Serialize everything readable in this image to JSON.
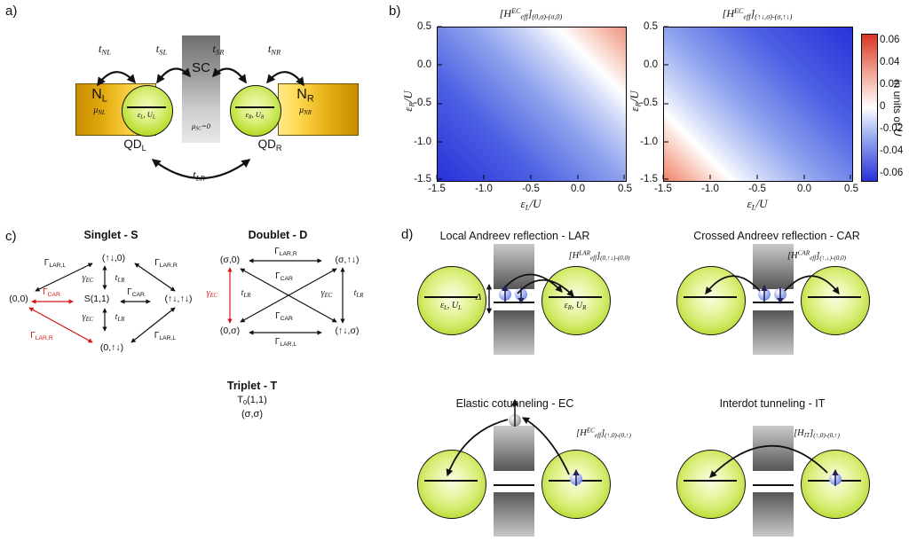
{
  "panels": {
    "a": {
      "tag": "a)",
      "lead_left": {
        "name": "N_{L}",
        "mu": "μ_{NL}"
      },
      "lead_right": {
        "name": "N_{R}",
        "mu": "μ_{NR}"
      },
      "sc": {
        "name": "SC",
        "mu": "μ_{SC}=0"
      },
      "qd_left": {
        "level": "ε_{L}, U_{L}",
        "caption": "QD_{L}"
      },
      "qd_right": {
        "level": "ε_{R}, U_{R}",
        "caption": "QD_{R}"
      },
      "couplings": {
        "t_nl": "t_{NL}",
        "t_sl": "t_{SL}",
        "t_sr": "t_{SR}",
        "t_nr": "t_{NR}",
        "t_lr": "t_{LR}"
      }
    },
    "b": {
      "tag": "b)"
    },
    "c": {
      "tag": "c)",
      "singlet": {
        "title": "Singlet - S",
        "state_top": "(↑↓,0)",
        "state_left": "(0,0)",
        "state_center": "S(1,1)",
        "state_right": "(↑↓,↑↓)",
        "state_bottom": "(0,↑↓)",
        "edge_top_left": "Γ_{LAR,L}",
        "edge_top_right": "Γ_{LAR,R}",
        "gec_upper": "γ_{EC}",
        "tlr_upper": "t_{LR}",
        "car_left": "Γ_{CAR}",
        "car_right": "Γ_{CAR}",
        "gec_lower": "γ_{EC}",
        "tlr_lower": "t_{LR}",
        "edge_bottom_left": "Γ_{LAR,R}",
        "edge_bottom_right": "Γ_{LAR,L}"
      },
      "doublet": {
        "title": "Doublet - D",
        "state_top_left": "(σ,0)",
        "state_top_right": "(σ,↑↓)",
        "state_bottom_left": "(0,σ)",
        "state_bottom_right": "(↑↓,σ)",
        "edge_top": "Γ_{LAR,R}",
        "edge_bottom": "Γ_{LAR,L}",
        "car_upper": "Γ_{CAR}",
        "car_lower": "Γ_{CAR}",
        "gec_left": "γ_{EC}",
        "tlr_left": "t_{LR}",
        "gec_right": "γ_{EC}",
        "tlr_right": "t_{LR}"
      },
      "triplet": {
        "title": "Triplet - T",
        "state1": "T_{0}(1,1)",
        "state2": "(σ,σ)"
      }
    },
    "d": {
      "tag": "d)",
      "lar": {
        "title": "Local Andreev reflection - LAR",
        "hamiltonian": "[H^{LAR}_{eff}]_{(0,↑↓)-(0,0)}",
        "qd_left_level": "ε_{L}, U_{L}",
        "qd_right_level": "ε_{R}, U_{R}",
        "gap_label": "Δ"
      },
      "car": {
        "title": "Crossed Andreev reflection - CAR",
        "hamiltonian": "[H^{CAR}_{eff}]_{(↑,↓)-(0,0)}"
      },
      "ec": {
        "title": "Elastic cotunneling - EC",
        "hamiltonian": "[H^{EC}_{eff}]_{(↑,0)-(0,↑)}"
      },
      "it": {
        "title": "Interdot tunneling - IT",
        "hamiltonian": "[H_{IT}]_{(↑,0)-(0,↑)}"
      }
    }
  },
  "chart_data": {
    "type": "heatmap",
    "plots": [
      {
        "title": "[H^{EC}_{eff}]_{(0,σ)-(σ,0)}",
        "xlabel": "ε_{L}/U",
        "ylabel": "ε_{R}/U",
        "xlim": [
          -1.5,
          0.5
        ],
        "ylim": [
          -1.5,
          0.5
        ],
        "xtick_labels": [
          "-1.5",
          "-1.0",
          "-0.5",
          "0.0",
          "0.5"
        ],
        "ytick_labels": [
          "0.5",
          "0.0",
          "-0.5",
          "-1.0",
          "-1.5"
        ],
        "value_range": [
          -0.06,
          0.06
        ],
        "corner_values": {
          "bottom_left": -0.06,
          "center": -0.02,
          "top_right": 0.04
        },
        "zero_contour": "white antidiagonal band near εL/U + εR/U ≈ 0.2; blue (negative) toward lower-left, red (positive) in upper-right corner",
        "colormap": "blue-white-red",
        "legend_position": "shared colorbar right"
      },
      {
        "title": "[H^{EC}_{eff}]_{(↑↓,σ)-(σ,↑↓)}",
        "xlabel": "ε_{L}/U",
        "ylabel": "ε_{R}/U",
        "xlim": [
          -1.5,
          0.5
        ],
        "ylim": [
          -1.5,
          0.5
        ],
        "xtick_labels": [
          "-1.5",
          "-1.0",
          "-0.5",
          "0.0",
          "0.5"
        ],
        "ytick_labels": [
          "0.5",
          "0.0",
          "-0.5",
          "-1.0",
          "-1.5"
        ],
        "value_range": [
          -0.06,
          0.06
        ],
        "corner_values": {
          "bottom_left": 0.05,
          "center": -0.02,
          "top_right": -0.06
        },
        "zero_contour": "white antidiagonal band near εL/U + εR/U ≈ -2.2; red (positive) in lower-left corner, blue (negative) toward upper-right",
        "colormap": "blue-white-red",
        "legend_position": "shared colorbar right"
      }
    ],
    "colorbar": {
      "tick_labels": [
        "0.06",
        "0.04",
        "0.02",
        "0",
        "-0.02",
        "-0.04",
        "-0.06"
      ],
      "label": "in units of *U*",
      "colormap": "blue-white-red"
    }
  },
  "colors": {
    "accent_red": "#d61515",
    "heat_blue": "#2831d8",
    "heat_red": "#d93423",
    "dot_green": "#a8d414",
    "lead_gold": "#d89b10"
  }
}
